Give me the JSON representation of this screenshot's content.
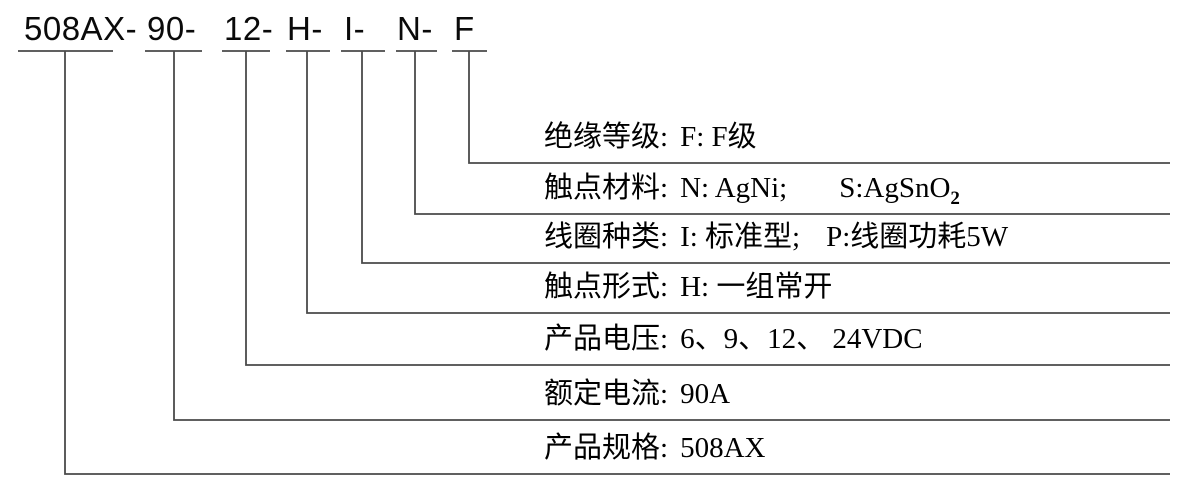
{
  "part_number": {
    "segments": [
      "508AX-",
      "90-",
      "12-",
      "H-",
      "I-",
      "N-",
      "F"
    ]
  },
  "rows": [
    {
      "label": "绝缘等级:",
      "value": "F: F级"
    },
    {
      "label": "触点材料:",
      "value": "N: AgNi;",
      "value2": "S:AgSnO",
      "value2_sub": "2"
    },
    {
      "label": "线圈种类:",
      "value": "I: 标准型;",
      "value2": "P:线圈功耗5W"
    },
    {
      "label": "触点形式:",
      "value": "H: 一组常开"
    },
    {
      "label": "产品电压:",
      "value": "6、9、12、 24VDC"
    },
    {
      "label": "额定电流:",
      "value": "90A"
    },
    {
      "label": "产品规格:",
      "value": "508AX"
    }
  ],
  "colors": {
    "line": "#4a4a4a",
    "text": "#000000",
    "background": "#ffffff"
  }
}
